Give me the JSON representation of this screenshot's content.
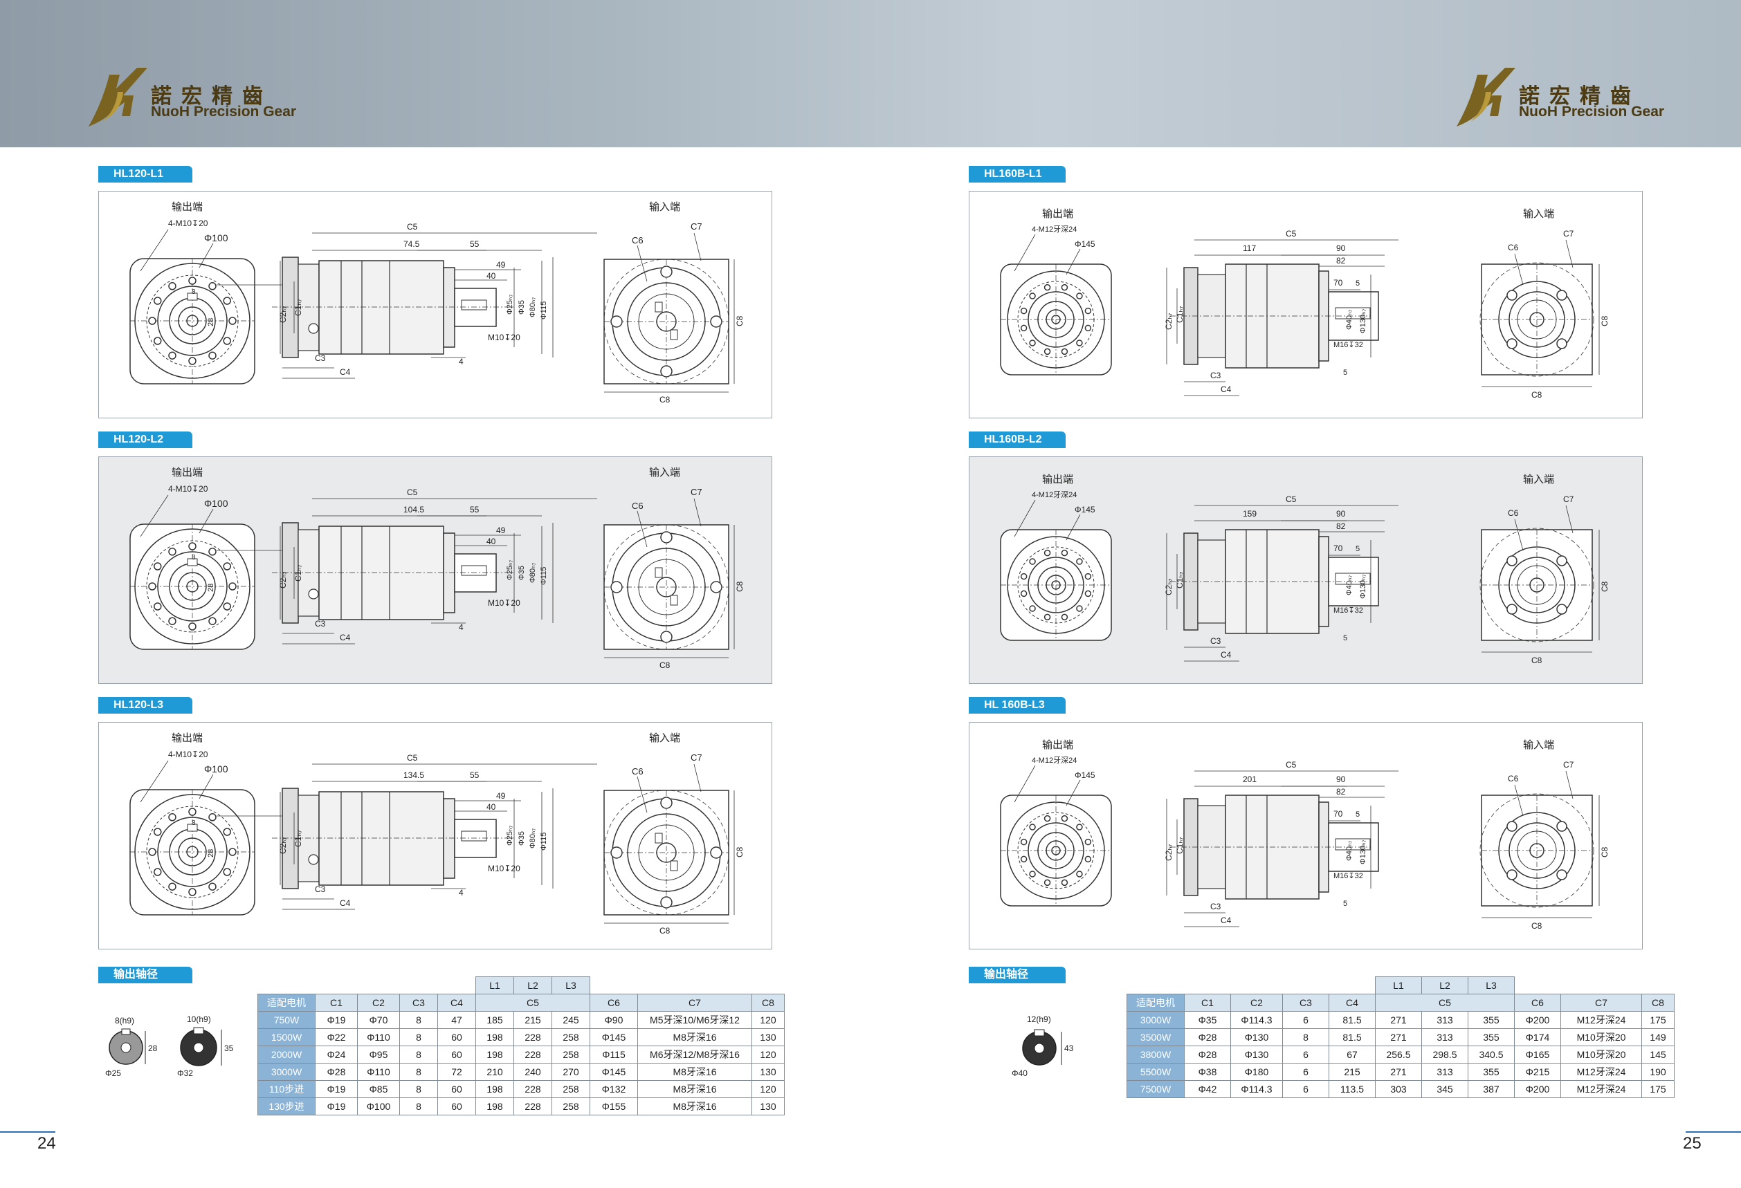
{
  "header": {
    "logo_cn": "諾宏精齒",
    "logo_en": "NuoH Precision Gear"
  },
  "colors": {
    "accent": "#1f9ad6",
    "table_head": "#d6e4f0",
    "row_head": "#8ab3d6"
  },
  "page_left": {
    "page_number": "24",
    "sections": [
      {
        "tag": "HL120-L1",
        "c5_split": "74.5",
        "grey": false
      },
      {
        "tag": "HL120-L2",
        "c5_split": "104.5",
        "grey": true
      },
      {
        "tag": "HL120-L3",
        "c5_split": "134.5",
        "grey": false
      }
    ],
    "labels": {
      "output_end": "输出端",
      "input_end": "输入端",
      "bolt": "4-M10↧20",
      "pcd": "Φ100",
      "d55": "55",
      "d49": "49",
      "d40": "40",
      "d4": "4",
      "key": "8",
      "h28": "28",
      "phi25": "Φ25ₕ₇",
      "phi35": "Φ35",
      "phi80": "Φ80ₕ₇",
      "phi115": "Φ115",
      "m10": "M10↧20",
      "C1": "C1ₕ₇",
      "C2": "C2ₕ₇",
      "C3": "C3",
      "C4": "C4",
      "C5": "C5",
      "C6": "C6",
      "C7": "C7",
      "C8": "C8"
    },
    "shaft_title": "输出轴径",
    "shaft_a": {
      "key": "8(h9)",
      "h": "28",
      "d": "Φ25"
    },
    "shaft_b": {
      "key": "10(h9)",
      "h": "35",
      "d": "Φ32"
    },
    "table": {
      "top_headers": [
        "L1",
        "L2",
        "L3"
      ],
      "columns": [
        "适配电机",
        "C1",
        "C2",
        "C3",
        "C4",
        "C5",
        "C6",
        "C7",
        "C8"
      ],
      "rows": [
        [
          "750W",
          "Φ19",
          "Φ70",
          "8",
          "47",
          "185",
          "215",
          "245",
          "Φ90",
          "M5牙深10/M6牙深12",
          "120"
        ],
        [
          "1500W",
          "Φ22",
          "Φ110",
          "8",
          "60",
          "198",
          "228",
          "258",
          "Φ145",
          "M8牙深16",
          "130"
        ],
        [
          "2000W",
          "Φ24",
          "Φ95",
          "8",
          "60",
          "198",
          "228",
          "258",
          "Φ115",
          "M6牙深12/M8牙深16",
          "120"
        ],
        [
          "3000W",
          "Φ28",
          "Φ110",
          "8",
          "72",
          "210",
          "240",
          "270",
          "Φ145",
          "M8牙深16",
          "130"
        ],
        [
          "110步进",
          "Φ19",
          "Φ85",
          "8",
          "60",
          "198",
          "228",
          "258",
          "Φ132",
          "M8牙深16",
          "120"
        ],
        [
          "130步进",
          "Φ19",
          "Φ100",
          "8",
          "60",
          "198",
          "228",
          "258",
          "Φ155",
          "M8牙深16",
          "130"
        ]
      ]
    }
  },
  "page_right": {
    "page_number": "25",
    "sections": [
      {
        "tag": "HL160B-L1",
        "c5_split": "117",
        "grey": false
      },
      {
        "tag": "HL160B-L2",
        "c5_split": "159",
        "grey": true
      },
      {
        "tag": "HL 160B-L3",
        "c5_split": "201",
        "grey": false
      }
    ],
    "labels": {
      "output_end": "输出端",
      "input_end": "输入端",
      "bolt": "4-M12牙深24",
      "pcd": "Φ145",
      "d90": "90",
      "d82": "82",
      "d70": "70",
      "d5": "5",
      "d5b": "5",
      "phi40": "Φ40ₕ₇",
      "phi130": "Φ130ₕ₇",
      "m16": "M16↧32",
      "C1": "C1ₕ₇",
      "C2": "C2ₕ₇",
      "C3": "C3",
      "C4": "C4",
      "C5": "C5",
      "C6": "C6",
      "C7": "C7",
      "C8": "C8"
    },
    "shaft_title": "输出轴径",
    "shaft": {
      "key": "12(h9)",
      "h": "43",
      "d": "Φ40"
    },
    "table": {
      "top_headers": [
        "L1",
        "L2",
        "L3"
      ],
      "columns": [
        "适配电机",
        "C1",
        "C2",
        "C3",
        "C4",
        "C5",
        "C6",
        "C7",
        "C8"
      ],
      "rows": [
        [
          "3000W",
          "Φ35",
          "Φ114.3",
          "6",
          "81.5",
          "271",
          "313",
          "355",
          "Φ200",
          "M12牙深24",
          "175"
        ],
        [
          "3500W",
          "Φ28",
          "Φ130",
          "8",
          "81.5",
          "271",
          "313",
          "355",
          "Φ174",
          "M10牙深20",
          "149"
        ],
        [
          "3800W",
          "Φ28",
          "Φ130",
          "6",
          "67",
          "256.5",
          "298.5",
          "340.5",
          "Φ165",
          "M10牙深20",
          "145"
        ],
        [
          "5500W",
          "Φ38",
          "Φ180",
          "6",
          "215",
          "271",
          "313",
          "355",
          "Φ215",
          "M12牙深24",
          "190"
        ],
        [
          "7500W",
          "Φ42",
          "Φ114.3",
          "6",
          "113.5",
          "303",
          "345",
          "387",
          "Φ200",
          "M12牙深24",
          "175"
        ]
      ]
    }
  }
}
